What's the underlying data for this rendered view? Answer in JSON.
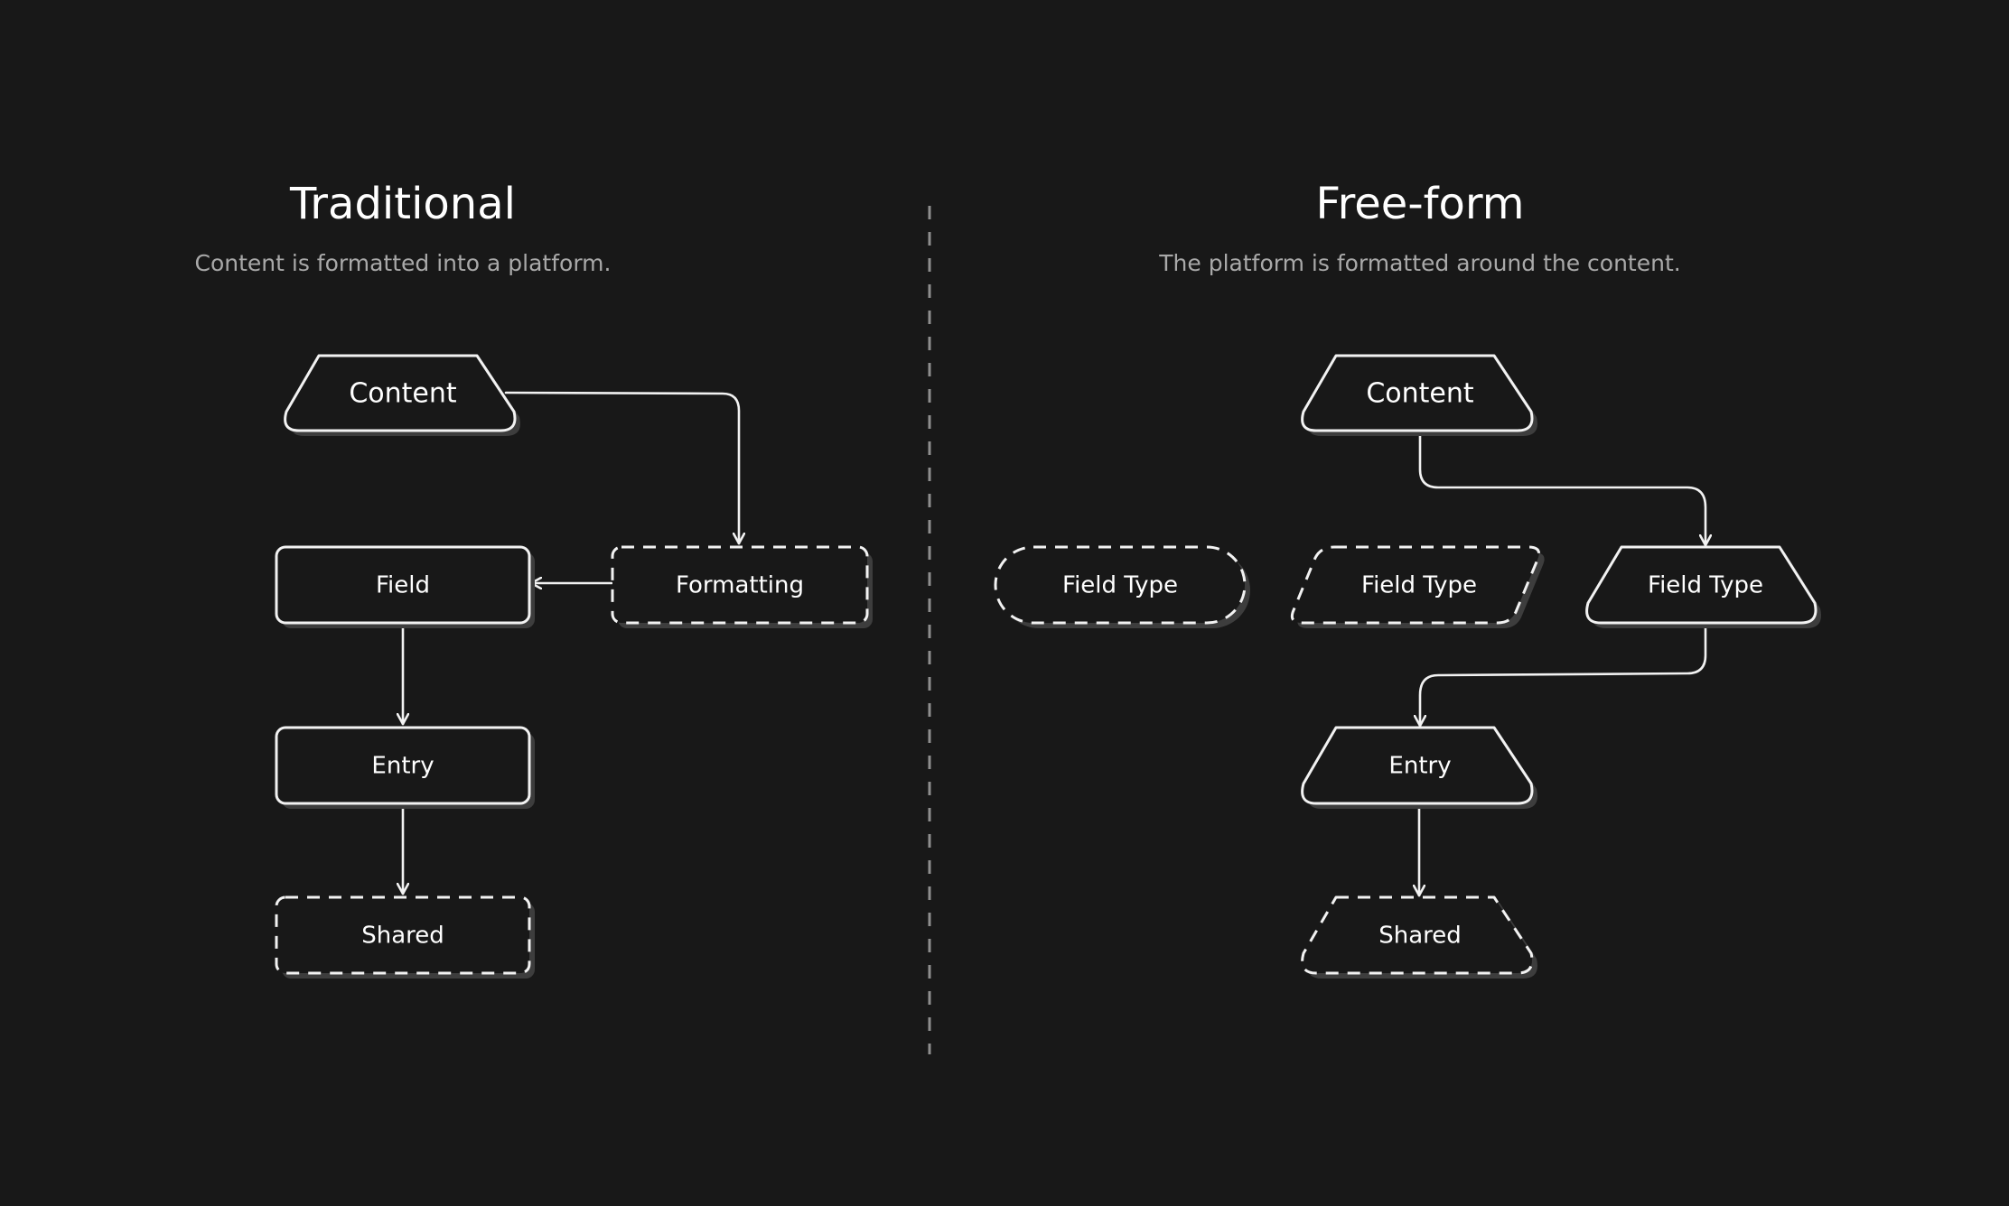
{
  "left_panel": {
    "title": "Traditional",
    "subtitle": "Content is formatted into a platform.",
    "nodes": {
      "content": "Content",
      "formatting": "Formatting",
      "field": "Field",
      "entry": "Entry",
      "shared": "Shared"
    }
  },
  "right_panel": {
    "title": "Free-form",
    "subtitle": "The platform is formatted around the content.",
    "nodes": {
      "content": "Content",
      "field_type_pill": "Field Type",
      "field_type_parallelogram": "Field Type",
      "field_type_trapezoid": "Field Type",
      "entry": "Entry",
      "shared": "Shared"
    }
  },
  "colors": {
    "background": "#181818",
    "stroke": "#f2f2f2",
    "shadow": "#3d3d3d",
    "subtitle": "#a9a9a9",
    "divider": "#8e8e8e"
  }
}
